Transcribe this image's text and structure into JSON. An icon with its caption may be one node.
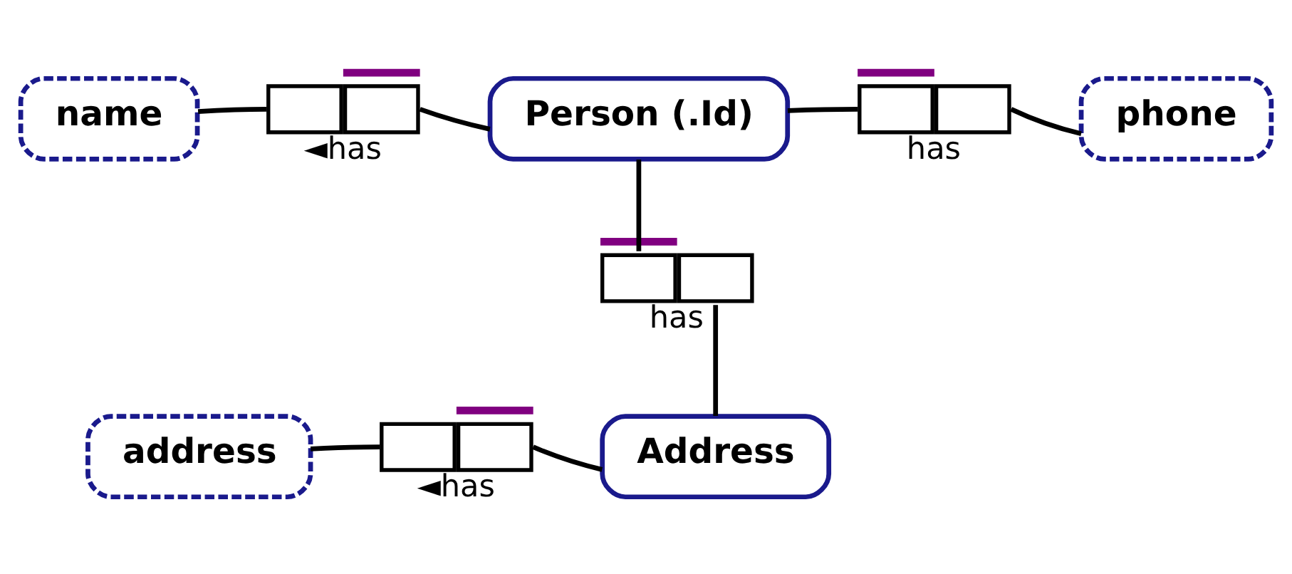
{
  "diagram": {
    "nodes": [
      {
        "text": [
          "name"
        ]
      },
      {
        "text": [],
        "shape": "box",
        "beside": [
          "◄has"
        ]
      },
      {
        "text": [
          "Person (.Id)"
        ]
      },
      {
        "text": [],
        "shape": "box",
        "beside": [
          "has"
        ]
      },
      {
        "text": [
          "phone"
        ]
      },
      {
        "text": [],
        "shape": "box",
        "beside": [
          "has"
        ]
      },
      {
        "text": [
          "address"
        ]
      },
      {
        "text": [],
        "shape": "box",
        "beside": [
          "◄has"
        ]
      },
      {
        "text": [
          "Address"
        ]
      }
    ],
    "edges": [
      {
        "from": 0,
        "to": 1,
        "arrow": "none"
      },
      {
        "from": 1,
        "to": 2,
        "arrow": "none"
      },
      {
        "from": 2,
        "to": 3,
        "arrow": "none"
      },
      {
        "from": 3,
        "to": 4,
        "arrow": "none"
      },
      {
        "from": 2,
        "to": 5,
        "arrow": "none"
      },
      {
        "from": 5,
        "to": 8,
        "arrow": "none"
      },
      {
        "from": 6,
        "to": 7,
        "arrow": "none"
      },
      {
        "from": 7,
        "to": 8,
        "arrow": "none"
      }
    ]
  }
}
